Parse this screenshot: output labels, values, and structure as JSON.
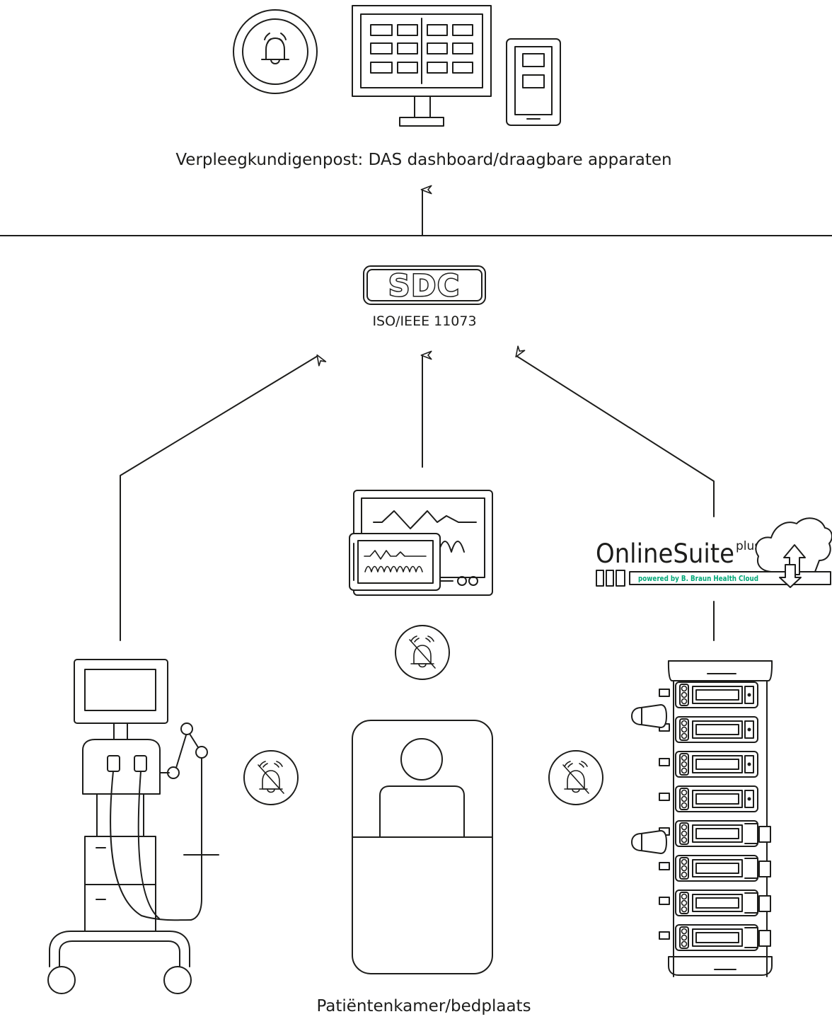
{
  "labels": {
    "top": "Verpleegkundigenpost: DAS dashboard/draagbare apparaten",
    "bottom": "Patiëntenkamer/bedplaats"
  },
  "sdc": {
    "logo": "SDC",
    "standard": "ISO/IEEE 11073"
  },
  "onlinesuite": {
    "name": "OnlineSuite",
    "superscript": "plus",
    "tagline": "powered by B. Braun Health Cloud",
    "tagline_color": "#00a777"
  },
  "icons": {
    "alarm": "bell-icon",
    "alarm_muted": "bell-muted-icon",
    "monitor": "dashboard-monitor-icon",
    "tablet": "tablet-icon",
    "cloud": "cloud-sync-icon"
  },
  "colors": {
    "line": "#1d1d1b",
    "background": "#ffffff"
  }
}
